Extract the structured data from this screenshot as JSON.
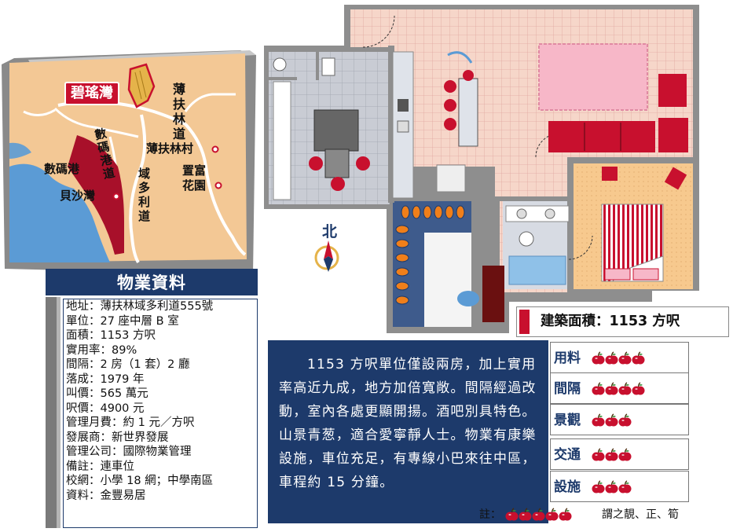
{
  "map": {
    "labels": {
      "bik_wan": "碧瑤灣",
      "pokfulam_road": "薄扶林道",
      "pokfulam_village": "薄扶林村",
      "wah_fu_garden": "置富花園",
      "cyberport": "數碼港",
      "cyberport_road": "數碼港道",
      "victoria_road": "域多利道",
      "bel_air": "貝沙灣"
    }
  },
  "north_label": "北",
  "info": {
    "title": "物業資料",
    "rows": [
      "地址：薄扶林域多利道555號",
      "單位：27 座中層 B 室",
      "面積：1153 方呎",
      "實用率：89%",
      "間隔：2 房（1 套）2 廳",
      "落成：1979 年",
      "叫價：565 萬元",
      "呎價：4900 元",
      "管理月費：約 1 元／方呎",
      "發展商：新世界發展",
      "管理公司：國際物業管理",
      "備註：連車位",
      "校網：小學 18 網；中學南區",
      "資料：金豐易居"
    ]
  },
  "area_label": "建築面積：1153 方呎",
  "description": "1153 方呎單位僅設兩房，加上實用率高近九成，地方加倍寬敞。間隔經過改動，室內各處更顯開揚。酒吧別具特色。山景青葱，適合愛寧靜人士。物業有康樂設施，車位充足，有專線小巴來往中區，車程約 15 分鐘。",
  "ratings": [
    {
      "label": "用料",
      "score": 4
    },
    {
      "label": "間隔",
      "score": 4
    },
    {
      "label": "景觀",
      "score": 3
    },
    {
      "label": "交通",
      "score": 3
    },
    {
      "label": "設施",
      "score": 3
    }
  ],
  "note": {
    "prefix": "註：",
    "apples": 5,
    "suffix": "謂之靚、正、筍"
  },
  "colors": {
    "navy": "#1d3a6b",
    "red": "#c8102e",
    "floor_tile": "#f6d6c9",
    "bedroom_floor": "#f7c98e",
    "kitchen_floor": "#c9ccd4"
  }
}
